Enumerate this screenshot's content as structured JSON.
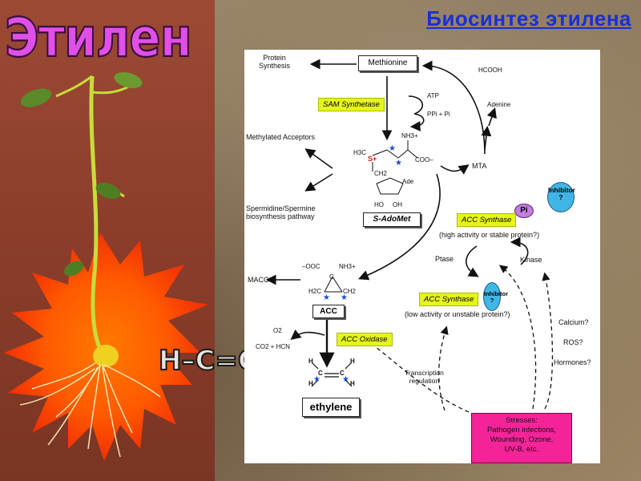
{
  "slide": {
    "title": "Биосинтез этилена",
    "word_art": "Этилен",
    "formula_art": "H–C=C–H"
  },
  "diagram": {
    "protein_synthesis": "Protein\nSynthesis",
    "methionine": "Methionine",
    "sam_synthetase": "SAM Synthetase",
    "atp": "ATP",
    "ppi_pi": "PPi + Pi",
    "hcooh": "HCOOH",
    "adenine": "Adenine",
    "methylated_acceptors": "Methylated Acceptors",
    "mta": "MTA",
    "spermidine": "Spermidine/Spermine\nbiosynthesis pathway",
    "sadomet": "S-AdoMet",
    "sam_struct": {
      "h3c": "H3C",
      "s_plus": "S+",
      "nh3": "NH3+",
      "coo": "COO–",
      "ch2": "CH2",
      "ade": "Ade",
      "ho": "HO",
      "oh": "OH"
    },
    "inhibitor_top": "Inhibitor\n?",
    "pi": "Pi",
    "acc_synthase_high": "ACC Synthase",
    "high_activity": "(high activity or stable protein?)",
    "ptase": "Ptase",
    "kinase": "Kinase",
    "macc": "MACC",
    "acc_struct": {
      "ooc": "–OOC",
      "nh3": "NH3+",
      "c": "C",
      "h2c": "H2C",
      "ch2": "CH2"
    },
    "acc": "ACC",
    "inhibitor_mid": "Inhibitor\n?",
    "acc_synthase_low": "ACC Synthase",
    "low_activity": "(low activity or unstable protein?)",
    "calcium": "Calcium?",
    "ros": "ROS?",
    "hormones": "Hormones?",
    "o2": "O2",
    "co2_hcn": "CO2 + HCN",
    "acc_oxidase": "ACC Oxidase",
    "transcription": "Transcription\nregulation",
    "ethylene": "ethylene",
    "eth_struct": {
      "h1": "H",
      "h2": "H",
      "h3": "H",
      "h4": "H",
      "c1": "C",
      "c2": "C"
    },
    "stresses": "Stresses:\nPathogen infections,\nWounding, Ozone,\nUV-B, etc."
  },
  "colors": {
    "title": "#1a2fd6",
    "enzyme_label": "#e6f51a",
    "inhibitor": "#3fb6e6",
    "pi_badge": "#c57ce0",
    "stress_box": "#f5239a",
    "label_marks": "#1a4ae0"
  }
}
